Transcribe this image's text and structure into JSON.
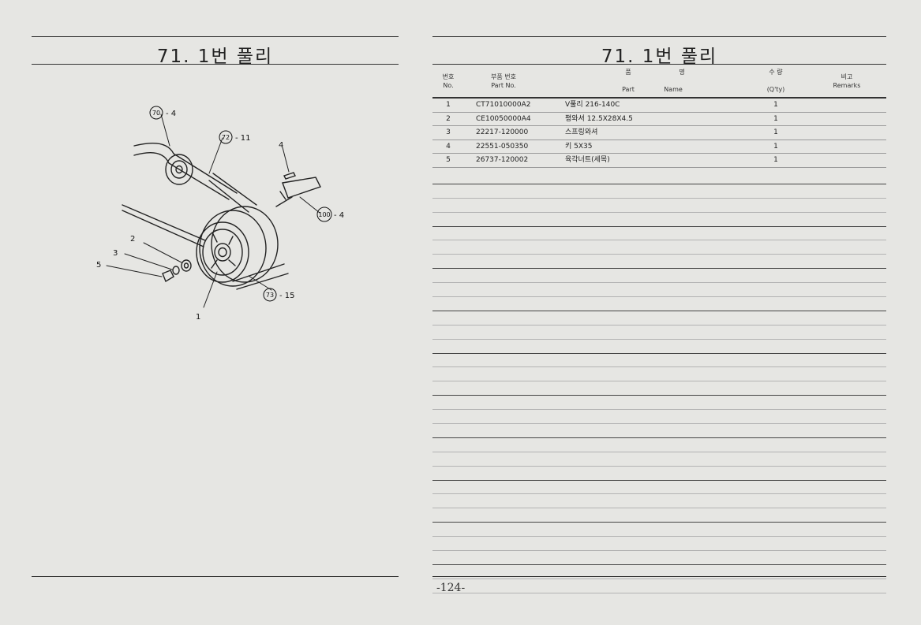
{
  "left": {
    "title": "71. 1번 풀리",
    "callouts": {
      "c70": "70",
      "c70_q": "- 4",
      "c72": "72",
      "c72_q": "- 11",
      "c4": "4",
      "c100": "100",
      "c100_q": "- 4",
      "c2": "2",
      "c3": "3",
      "c5": "5",
      "c73": "73",
      "c73_q": "- 15",
      "c1": "1"
    }
  },
  "right": {
    "title": "71. 1번 풀리",
    "header": {
      "no_ko": "번호",
      "no_en": "No.",
      "part_no_ko": "부품 번호",
      "part_no_en": "Part  No.",
      "name_ko_1": "품",
      "name_ko_2": "명",
      "name_en_1": "Part",
      "name_en_2": "Name",
      "qty_ko": "수  량",
      "qty_en": "(Q'ty)",
      "remarks_ko": "비고",
      "remarks_en": "Remarks"
    },
    "rows": [
      {
        "no": "1",
        "part_no": "CT71010000A2",
        "name": "V풀리 216-140C",
        "qty": "1"
      },
      {
        "no": "2",
        "part_no": "CE10050000A4",
        "name": "평와셔 12.5X28X4.5",
        "qty": "1"
      },
      {
        "no": "3",
        "part_no": "22217-120000",
        "name": "스프링와셔",
        "qty": "1"
      },
      {
        "no": "4",
        "part_no": "22551-050350",
        "name": "키 5X35",
        "qty": "1"
      },
      {
        "no": "5",
        "part_no": "26737-120002",
        "name": "육각너트(세목)",
        "qty": "1"
      }
    ]
  },
  "page_number": "-124-"
}
